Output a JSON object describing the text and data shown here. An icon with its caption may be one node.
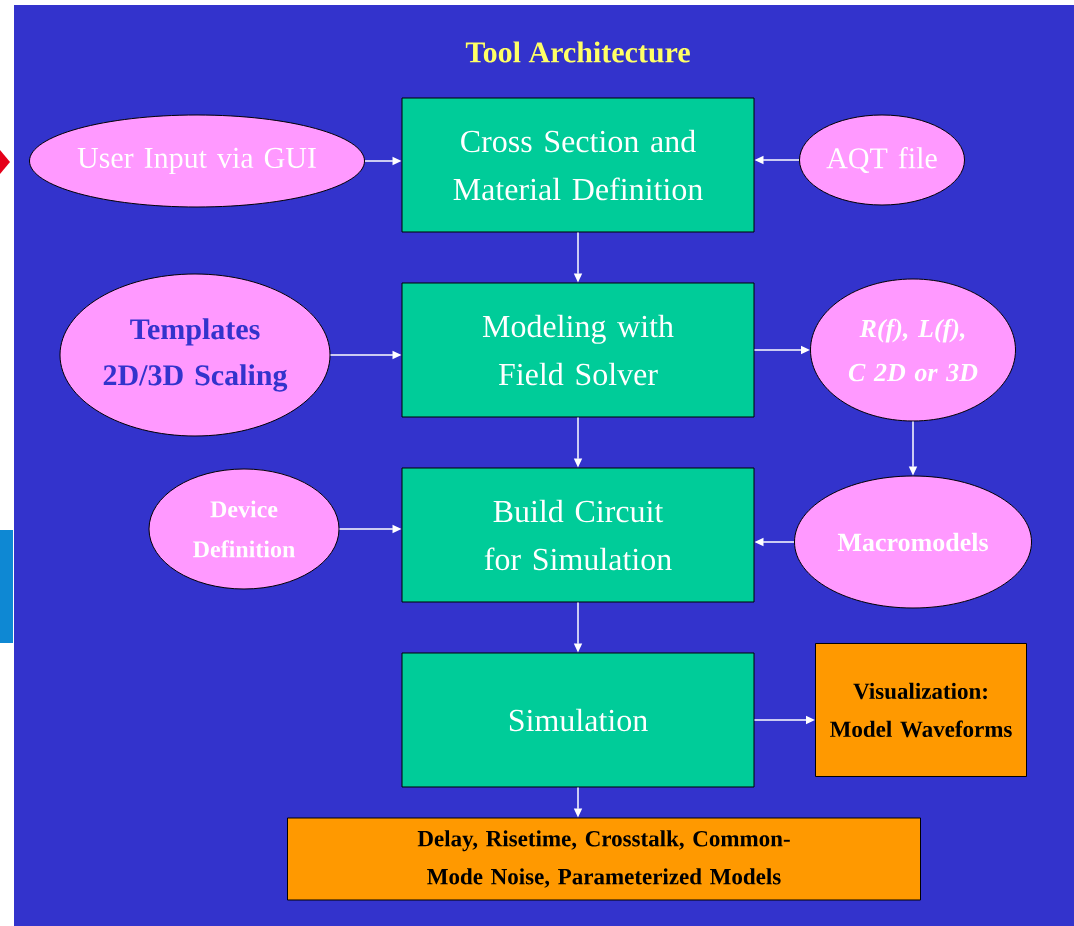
{
  "diagram": {
    "title": "Tool Architecture",
    "nodes": [
      {
        "text": [
          "User Input via GUI"
        ]
      },
      {
        "text": [
          "Cross Section and Material Definition"
        ]
      },
      {
        "text": [
          "AQT file"
        ]
      },
      {
        "text": [
          "Templates 2D/3D Scaling"
        ]
      },
      {
        "text": [
          "Modeling with Field Solver"
        ]
      },
      {
        "text": [
          "R(f), L(f), C 2D or 3D"
        ]
      },
      {
        "text": [
          "Device Definition"
        ]
      },
      {
        "text": [
          "Build Circuit for Simulation"
        ]
      },
      {
        "text": [
          "Macromodels"
        ]
      },
      {
        "text": [
          "Simulation"
        ]
      },
      {
        "text": [
          "Visualization: Model Waveforms"
        ]
      },
      {
        "text": [
          "Delay, Risetime, Crosstalk, Common-Mode Noise, Parameterized Models"
        ]
      }
    ],
    "edges": [
      {
        "from": 0,
        "to": 1,
        "arrow": "to"
      },
      {
        "from": 2,
        "to": 1,
        "arrow": "to"
      },
      {
        "from": 1,
        "to": 4,
        "arrow": "to"
      },
      {
        "from": 3,
        "to": 4,
        "arrow": "to"
      },
      {
        "from": 4,
        "to": 5,
        "arrow": "to"
      },
      {
        "from": 4,
        "to": 7,
        "arrow": "to"
      },
      {
        "from": 5,
        "to": 8,
        "arrow": "to"
      },
      {
        "from": 6,
        "to": 7,
        "arrow": "to"
      },
      {
        "from": 8,
        "to": 7,
        "arrow": "to"
      },
      {
        "from": 7,
        "to": 9,
        "arrow": "to"
      },
      {
        "from": 9,
        "to": 10,
        "arrow": "to"
      },
      {
        "from": 9,
        "to": 11,
        "arrow": "to"
      }
    ]
  }
}
